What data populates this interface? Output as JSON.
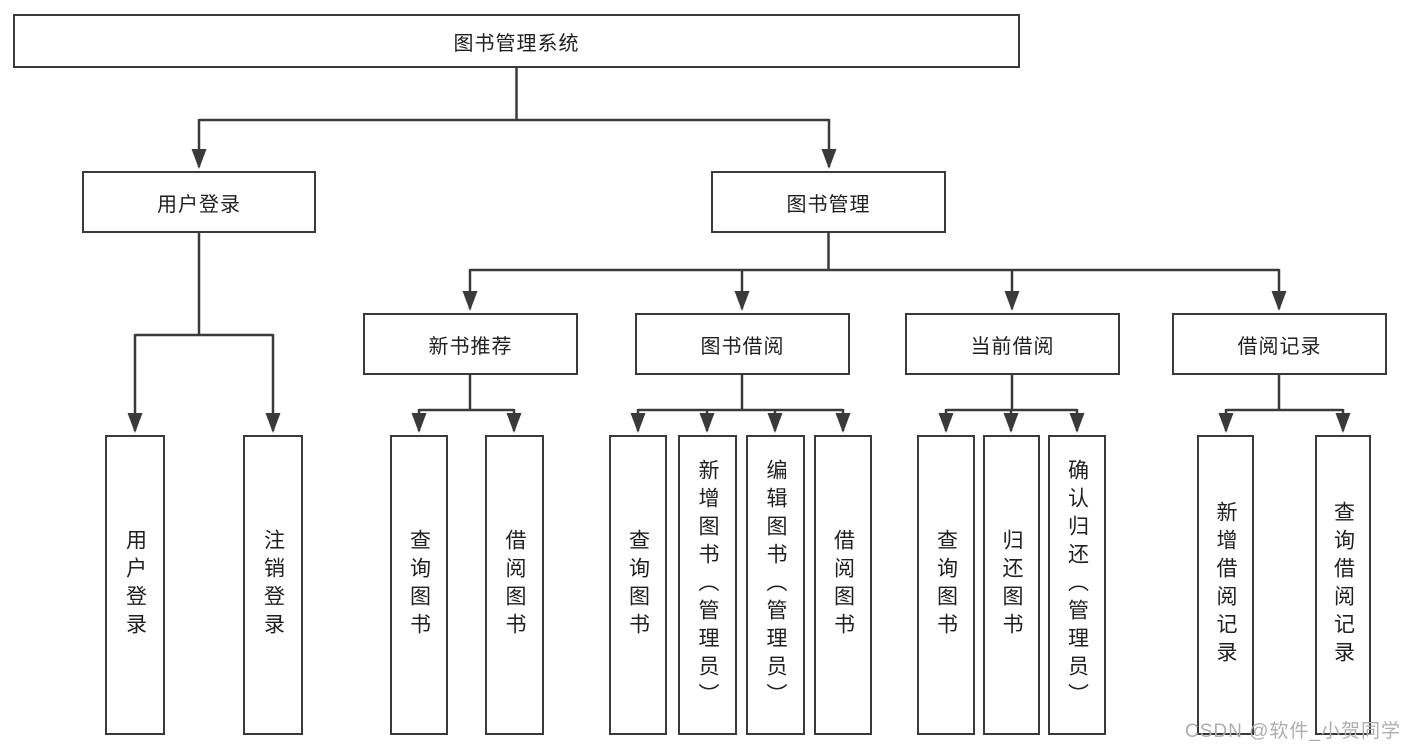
{
  "tree": {
    "root": {
      "label": "图书管理系统"
    },
    "branches": [
      {
        "label": "用户登录",
        "children": [
          {
            "label": "用户登录"
          },
          {
            "label": "注销登录"
          }
        ]
      },
      {
        "label": "图书管理",
        "children": [
          {
            "label": "新书推荐",
            "children": [
              {
                "label": "查询图书"
              },
              {
                "label": "借阅图书"
              }
            ]
          },
          {
            "label": "图书借阅",
            "children": [
              {
                "label": "查询图书"
              },
              {
                "label": "新增图书（管理员）"
              },
              {
                "label": "编辑图书（管理员）"
              },
              {
                "label": "借阅图书"
              }
            ]
          },
          {
            "label": "当前借阅",
            "children": [
              {
                "label": "查询图书"
              },
              {
                "label": "归还图书"
              },
              {
                "label": "确认归还（管理员）"
              }
            ]
          },
          {
            "label": "借阅记录",
            "children": [
              {
                "label": "新增借阅记录"
              },
              {
                "label": "查询借阅记录"
              }
            ]
          }
        ]
      }
    ]
  },
  "watermark": {
    "text": "CSDN @软件_小贺同学"
  },
  "colors": {
    "line": "#3a3a3a",
    "box_border": "#3a3a3a",
    "text": "#1f1f1f",
    "watermark": "#aeaeae",
    "background": "#ffffff"
  }
}
